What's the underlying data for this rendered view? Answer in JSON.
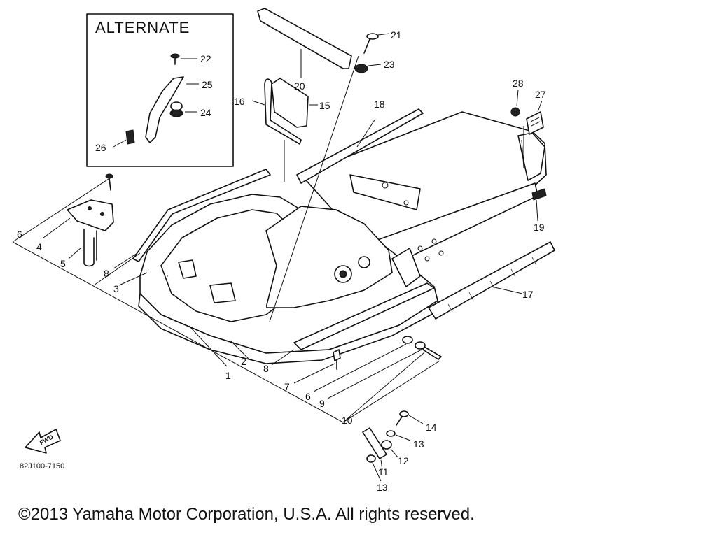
{
  "alternate_box": {
    "title": "ALTERNATE"
  },
  "callouts": {
    "p1": "1",
    "p2": "2",
    "p3": "3",
    "p4": "4",
    "p5": "5",
    "p6a": "6",
    "p6b": "6",
    "p7": "7",
    "p8a": "8",
    "p8b": "8",
    "p9": "9",
    "p10": "10",
    "p11": "11",
    "p12": "12",
    "p13a": "13",
    "p13b": "13",
    "p14": "14",
    "p15": "15",
    "p16": "16",
    "p17": "17",
    "p18": "18",
    "p19": "19",
    "p20": "20",
    "p21": "21",
    "p22": "22",
    "p23": "23",
    "p24": "24",
    "p25": "25",
    "p26": "26",
    "p27": "27",
    "p28": "28"
  },
  "fwd_indicator": {
    "label": "FWD",
    "icon": "forward-arrow-icon"
  },
  "diagram_code": "82J100-7150",
  "copyright": "©2013 Yamaha Motor Corporation, U.S.A. All rights reserved."
}
